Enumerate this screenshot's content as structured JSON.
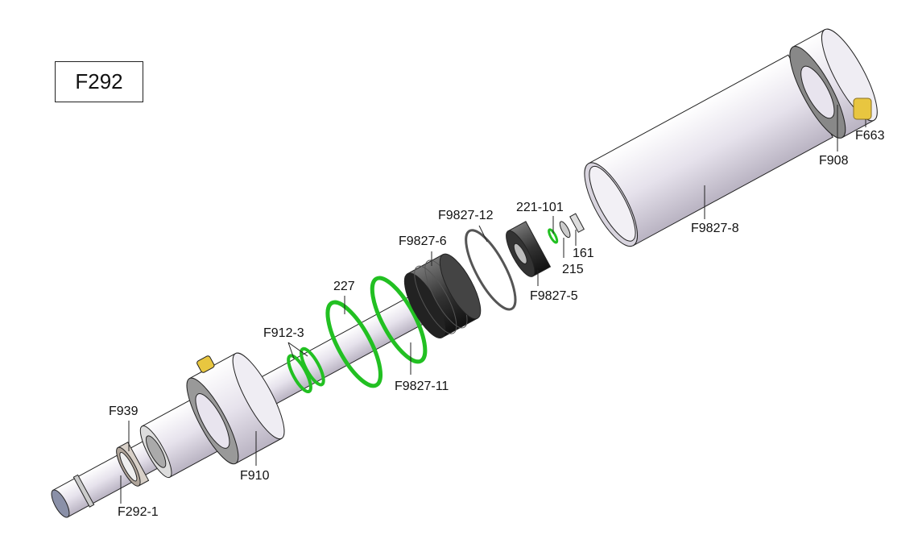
{
  "title": "F292",
  "labels": {
    "f663": "F663",
    "f908": "F908",
    "f9827_8": "F9827-8",
    "p221_101": "221-101",
    "p161": "161",
    "p215": "215",
    "f9827_12": "F9827-12",
    "f9827_6": "F9827-6",
    "f9827_5": "F9827-5",
    "p227": "227",
    "f912_3": "F912-3",
    "f9827_11": "F9827-11",
    "f939": "F939",
    "f910": "F910",
    "f292_1": "F292-1"
  },
  "colors": {
    "oring": "#22c022",
    "body": "#e8e4ee",
    "seal": "#2a2a2a",
    "fitting": "#e8c640"
  }
}
